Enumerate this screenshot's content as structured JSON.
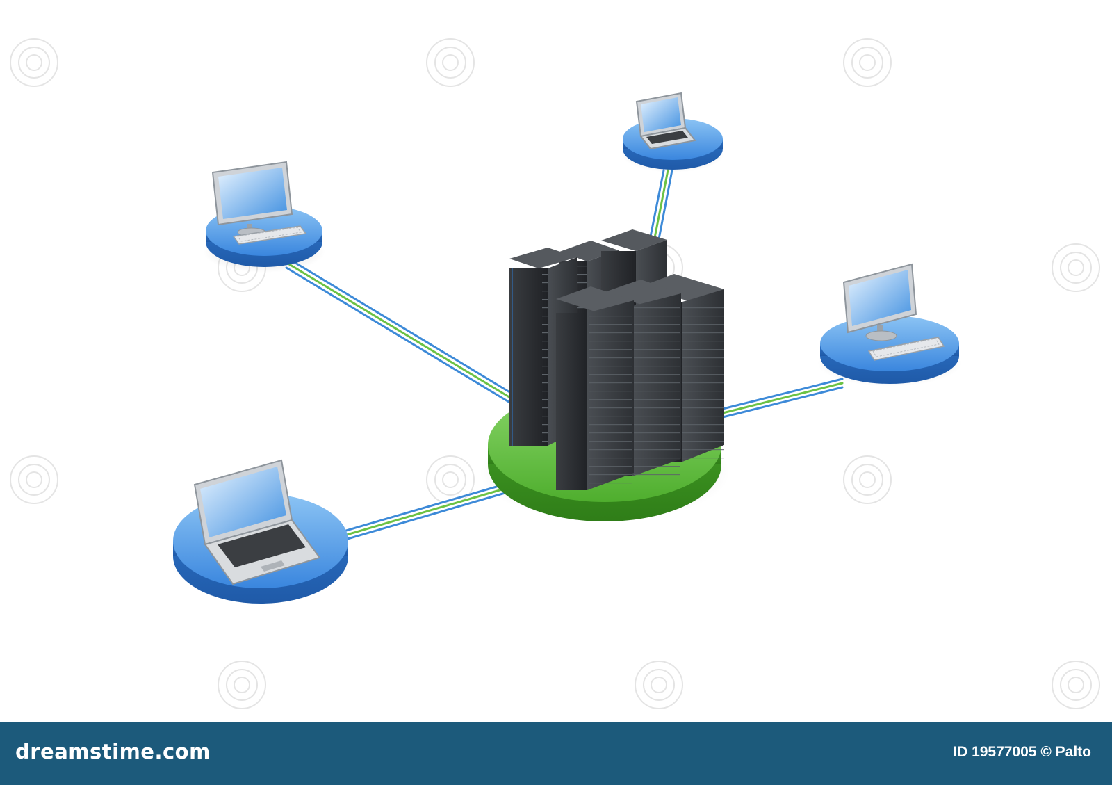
{
  "footer": {
    "brand": "dreamstime.com",
    "credit": "ID 19577005 © Palto",
    "background_color": "#1c5a7b"
  },
  "scene": {
    "hub": {
      "base_color": "#58b83a",
      "object": "server-racks"
    },
    "nodes": [
      {
        "id": "node-top-left",
        "device": "monitor-keyboard"
      },
      {
        "id": "node-top-center",
        "device": "laptop"
      },
      {
        "id": "node-right",
        "device": "monitor-keyboard"
      },
      {
        "id": "node-bottom-left",
        "device": "laptop"
      }
    ],
    "node_color": "#3f8fe0",
    "cable_colors": [
      "#3d8ad8",
      "#6cc245"
    ],
    "watermark": "dreamstime"
  }
}
